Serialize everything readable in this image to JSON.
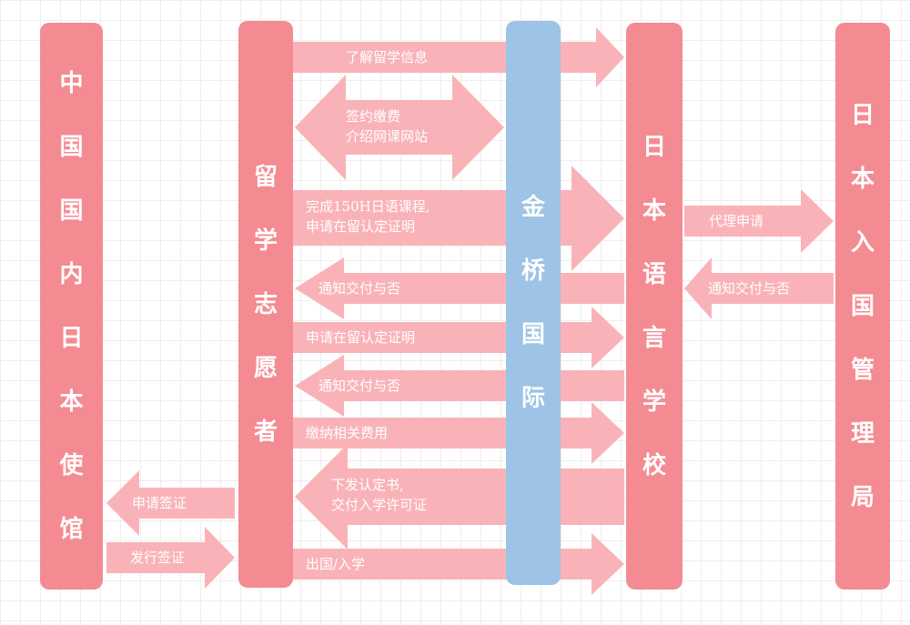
{
  "columns": {
    "embassy": "中国国内日本使馆",
    "applicant": "留学志愿者",
    "agency": "金桥国际",
    "school": "日本语言学校",
    "immigration": "日本入国管理局"
  },
  "arrows": {
    "learn_info": "了解留学信息",
    "sign_contract": [
      "签约缴费",
      "介绍网课网站"
    ],
    "complete_course": [
      "完成150H日语课程,",
      "申请在留认定证明"
    ],
    "notify_result_1": "通知交付与否",
    "apply_coe": "申请在留认定证明",
    "notify_result_2": "通知交付与否",
    "pay_fees": "缴纳相关费用",
    "issue_cert": [
      "下发认定书,",
      "交付入学许可证"
    ],
    "enroll": "出国/入学",
    "apply_visa": "申请签证",
    "issue_visa": "发行签证",
    "proxy_apply": "代理申请",
    "notify_result_3": "通知交付与否"
  },
  "colors": {
    "column_pink": "#f48b92",
    "column_blue": "#9dc3e6",
    "arrow_pink": "#f9b3b8",
    "text": "#ffffff"
  }
}
